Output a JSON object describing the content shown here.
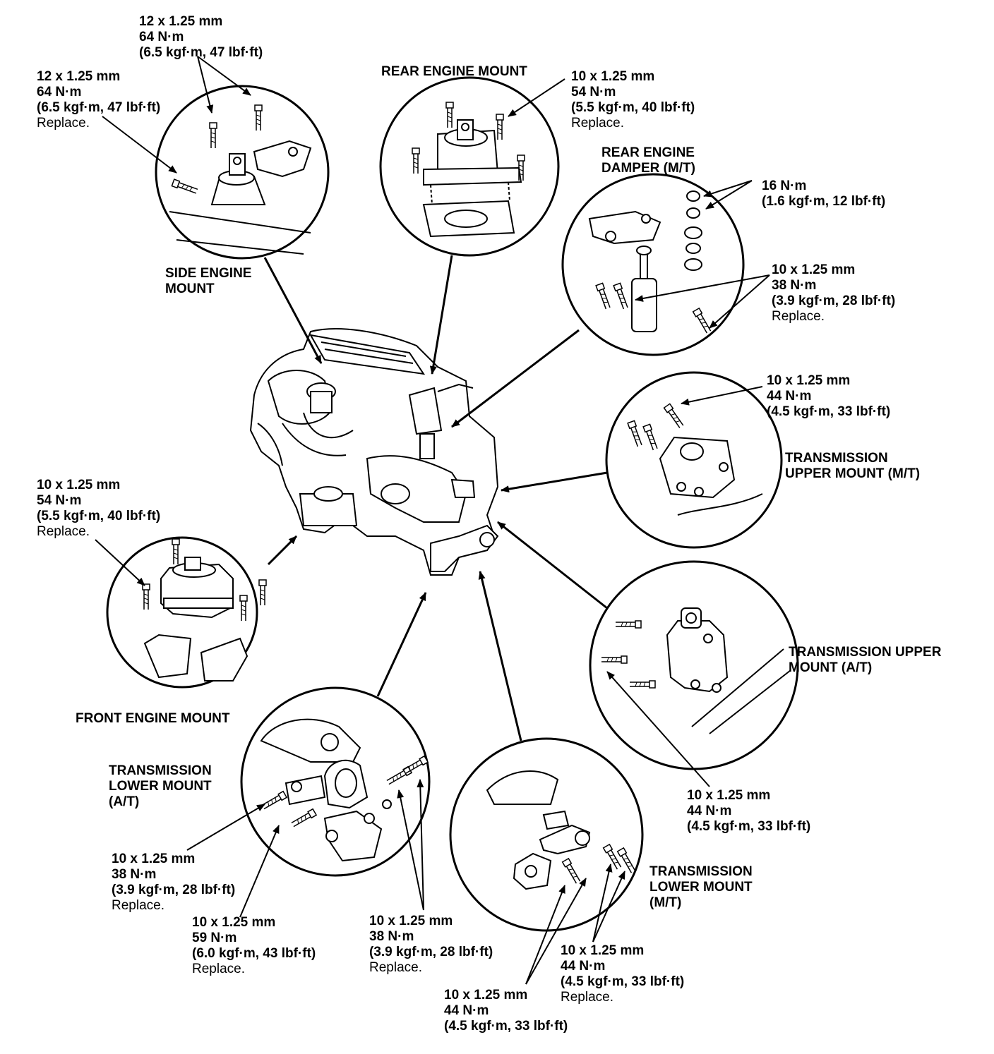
{
  "labels": {
    "side_engine_mount": [
      "SIDE ENGINE",
      "MOUNT"
    ],
    "rear_engine_mount": [
      "REAR ENGINE MOUNT"
    ],
    "rear_engine_damper": [
      "REAR ENGINE",
      "DAMPER (M/T)"
    ],
    "transmission_upper_mount_mt": [
      "TRANSMISSION",
      "UPPER MOUNT (M/T)"
    ],
    "transmission_upper_mount_at": [
      "TRANSMISSION UPPER",
      "MOUNT (A/T)"
    ],
    "front_engine_mount": [
      "FRONT ENGINE MOUNT"
    ],
    "transmission_lower_mount_at": [
      "TRANSMISSION",
      "LOWER MOUNT",
      "(A/T)"
    ],
    "transmission_lower_mount_mt": [
      "TRANSMISSION",
      "LOWER MOUNT",
      "(M/T)"
    ]
  },
  "specs": {
    "side_top": {
      "size": "12 x 1.25 mm",
      "torque": "64 N·m",
      "alt": "(6.5 kgf·m, 47 lbf·ft)",
      "note": ""
    },
    "side_left": {
      "size": "12 x 1.25 mm",
      "torque": "64 N·m",
      "alt": "(6.5 kgf·m, 47 lbf·ft)",
      "note": "Replace."
    },
    "rear_mount": {
      "size": "10 x 1.25 mm",
      "torque": "54 N·m",
      "alt": "(5.5 kgf·m, 40 lbf·ft)",
      "note": "Replace."
    },
    "damper_nut": {
      "size": "",
      "torque": "16 N·m",
      "alt": "(1.6 kgf·m, 12 lbf·ft)",
      "note": ""
    },
    "damper_bolt": {
      "size": "10 x 1.25 mm",
      "torque": "38 N·m",
      "alt": "(3.9 kgf·m, 28 lbf·ft)",
      "note": "Replace."
    },
    "upper_mt": {
      "size": "10 x 1.25 mm",
      "torque": "44 N·m",
      "alt": "(4.5 kgf·m, 33 lbf·ft)",
      "note": ""
    },
    "front_mount": {
      "size": "10 x 1.25 mm",
      "torque": "54 N·m",
      "alt": "(5.5 kgf·m, 40 lbf·ft)",
      "note": "Replace."
    },
    "upper_at": {
      "size": "10 x 1.25 mm",
      "torque": "44 N·m",
      "alt": "(4.5 kgf·m, 33 lbf·ft)",
      "note": ""
    },
    "lower_at_a": {
      "size": "10 x 1.25 mm",
      "torque": "38 N·m",
      "alt": "(3.9 kgf·m, 28 lbf·ft)",
      "note": "Replace."
    },
    "lower_at_b": {
      "size": "10 x 1.25 mm",
      "torque": "59 N·m",
      "alt": "(6.0 kgf·m, 43 lbf·ft)",
      "note": "Replace."
    },
    "lower_at_c": {
      "size": "10 x 1.25 mm",
      "torque": "38 N·m",
      "alt": "(3.9 kgf·m, 28 lbf·ft)",
      "note": "Replace."
    },
    "lower_mt_a": {
      "size": "10 x 1.25 mm",
      "torque": "44 N·m",
      "alt": "(4.5 kgf·m, 33 lbf·ft)",
      "note": "Replace."
    },
    "lower_mt_b": {
      "size": "10 x 1.25 mm",
      "torque": "44 N·m",
      "alt": "(4.5 kgf·m, 33 lbf·ft)",
      "note": ""
    }
  }
}
